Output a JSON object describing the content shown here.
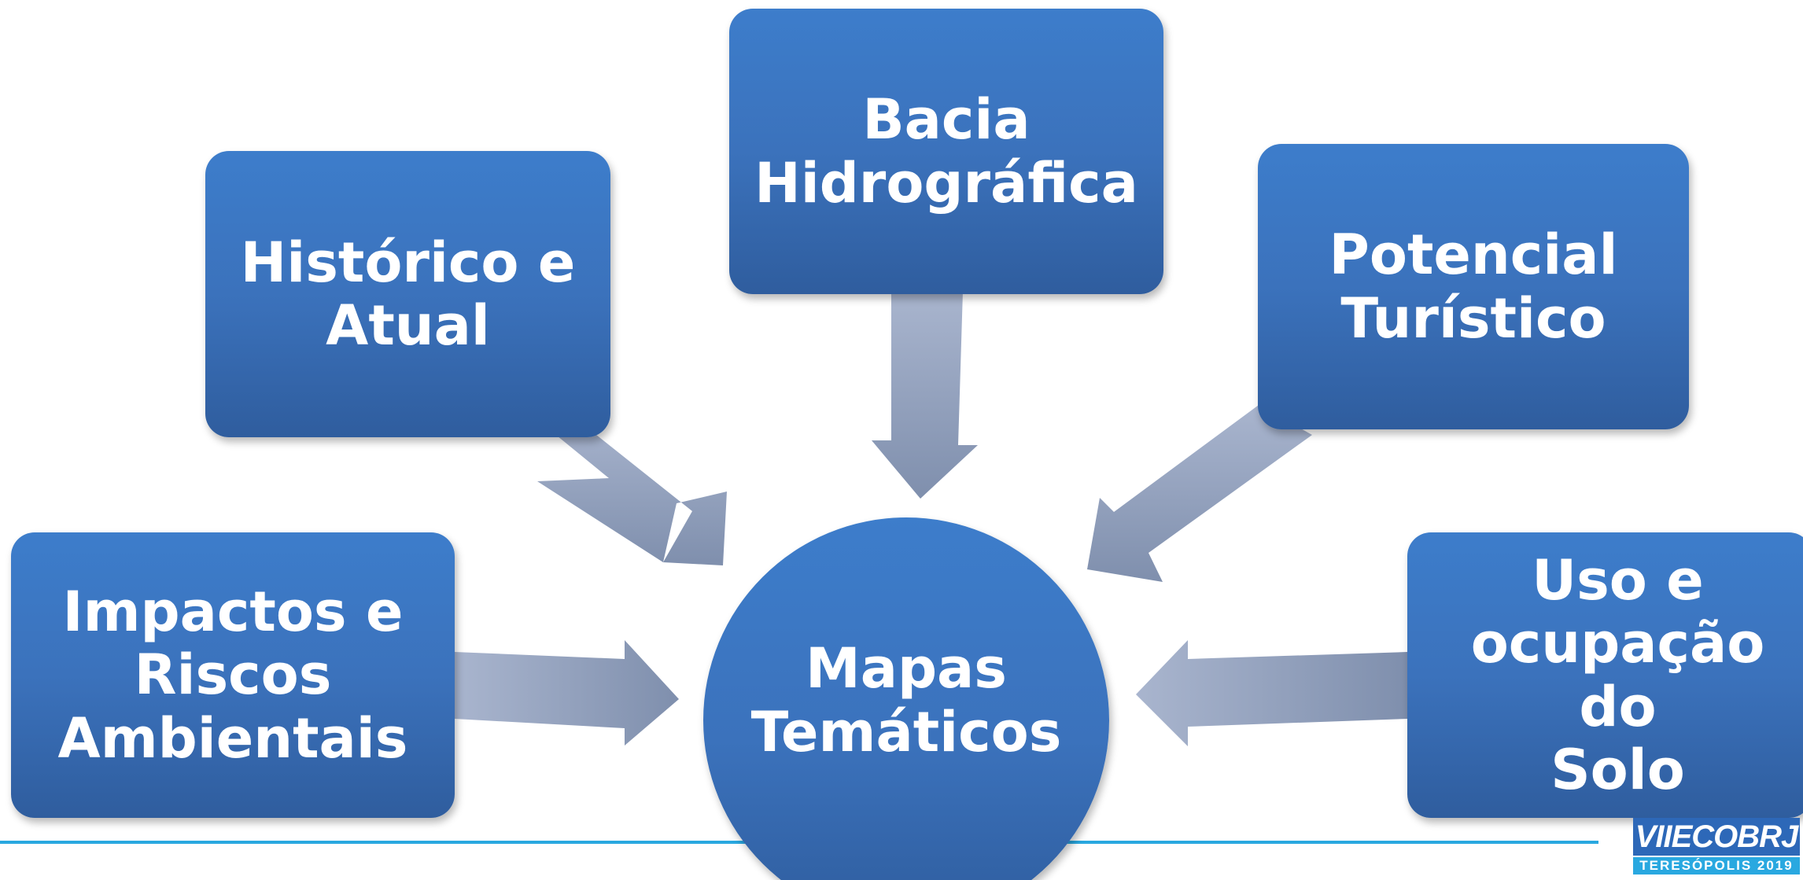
{
  "diagram": {
    "center": {
      "label": "Mapas\nTemáticos"
    },
    "nodes": {
      "historico": {
        "label": "Histórico e\nAtual"
      },
      "bacia": {
        "label": "Bacia\nHidrográfica"
      },
      "potencial": {
        "label": "Potencial\nTurístico"
      },
      "impactos": {
        "label": "Impactos e\nRiscos\nAmbientais"
      },
      "uso": {
        "label": "Uso e\nocupação do\nSolo"
      }
    }
  },
  "logo": {
    "title": "VIIECOBRJ",
    "subtitle": "TERESÓPOLIS 2019"
  },
  "colors": {
    "box_fill": "#3b72bc",
    "arrow_fill": "#9aa8c5",
    "accent_line": "#29a8e0",
    "text": "#ffffff"
  }
}
